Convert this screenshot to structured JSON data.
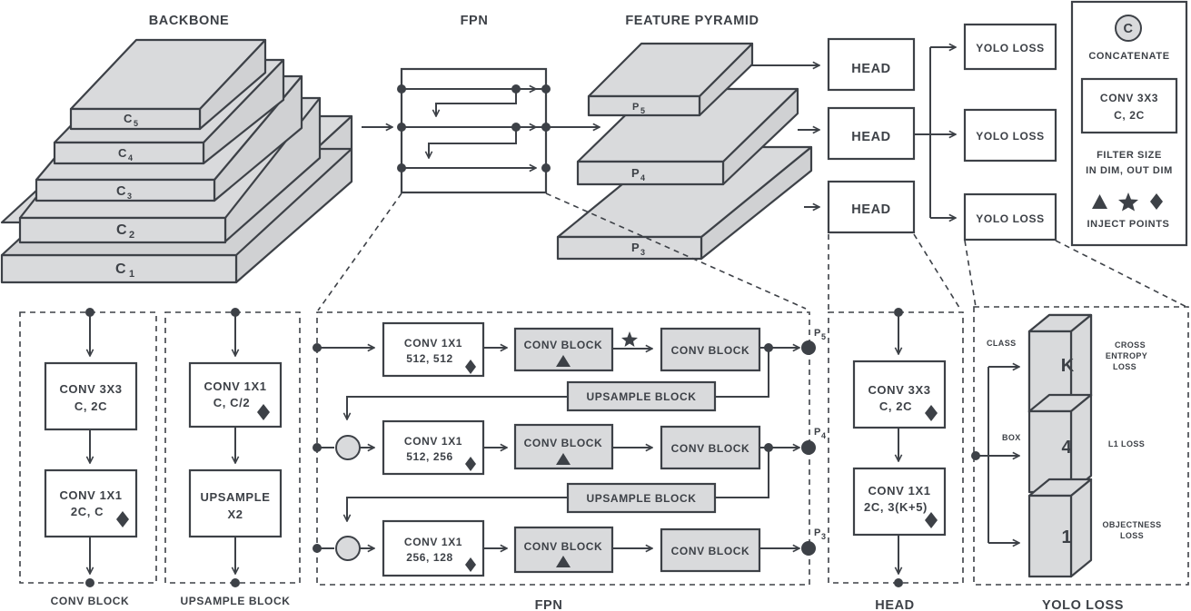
{
  "sections": {
    "backbone": "BACKBONE",
    "fpn_top": "FPN",
    "pyramid": "FEATURE PYRAMID",
    "conv_block": "CONV BLOCK",
    "upsample_block": "UPSAMPLE BLOCK",
    "fpn_bottom": "FPN",
    "head": "HEAD",
    "yolo_loss": "YOLO LOSS"
  },
  "backbone_layers": [
    {
      "letter": "C",
      "sub": "5"
    },
    {
      "letter": "C",
      "sub": "4"
    },
    {
      "letter": "C",
      "sub": "3"
    },
    {
      "letter": "C",
      "sub": "2"
    },
    {
      "letter": "C",
      "sub": "1"
    }
  ],
  "pyramid_levels": [
    {
      "letter": "P",
      "sub": "5"
    },
    {
      "letter": "P",
      "sub": "4"
    },
    {
      "letter": "P",
      "sub": "3"
    }
  ],
  "heads": [
    "HEAD",
    "HEAD",
    "HEAD"
  ],
  "yolo_losses": [
    "YOLO LOSS",
    "YOLO LOSS",
    "YOLO LOSS"
  ],
  "legend": {
    "concat_symbol": "C",
    "concat_label": "CONCATENATE",
    "conv_line1": "CONV 3X3",
    "conv_line2": "C, 2C",
    "filter_line1": "FILTER SIZE",
    "filter_line2": "IN DIM, OUT DIM",
    "inject_label": "INJECT POINTS"
  },
  "conv_block_detail": {
    "box1_line1": "CONV 3X3",
    "box1_line2": "C, 2C",
    "box2_line1": "CONV 1X1",
    "box2_line2": "2C, C"
  },
  "upsample_detail": {
    "box1_line1": "CONV 1X1",
    "box1_line2": "C, C/2",
    "box2_line1": "UPSAMPLE",
    "box2_line2": "X2"
  },
  "fpn_detail": {
    "rows": [
      {
        "conv_line1": "CONV 1X1",
        "conv_line2": "512, 512",
        "block1": "CONV BLOCK",
        "block2": "CONV BLOCK",
        "out_letter": "P",
        "out_sub": "5"
      },
      {
        "conv_line1": "CONV 1X1",
        "conv_line2": "512, 256",
        "block1": "CONV BLOCK",
        "block2": "CONV BLOCK",
        "out_letter": "P",
        "out_sub": "4"
      },
      {
        "conv_line1": "CONV 1X1",
        "conv_line2": "256, 128",
        "block1": "CONV BLOCK",
        "block2": "CONV BLOCK",
        "out_letter": "P",
        "out_sub": "3"
      }
    ],
    "upsample1": "UPSAMPLE BLOCK",
    "upsample2": "UPSAMPLE BLOCK"
  },
  "head_detail": {
    "box1_line1": "CONV 3X3",
    "box1_line2": "C, 2C",
    "box2_line1": "CONV 1X1",
    "box2_line2": "2C, 3(K+5)"
  },
  "yolo_detail": {
    "class_label": "CLASS",
    "box_label": "BOX",
    "panels": [
      "K",
      "4",
      "1"
    ],
    "loss1_line1": "CROSS",
    "loss1_line2": "ENTROPY",
    "loss1_line3": "LOSS",
    "loss2": "L1 LOSS",
    "loss3_line1": "OBJECTNESS",
    "loss3_line2": "LOSS"
  }
}
